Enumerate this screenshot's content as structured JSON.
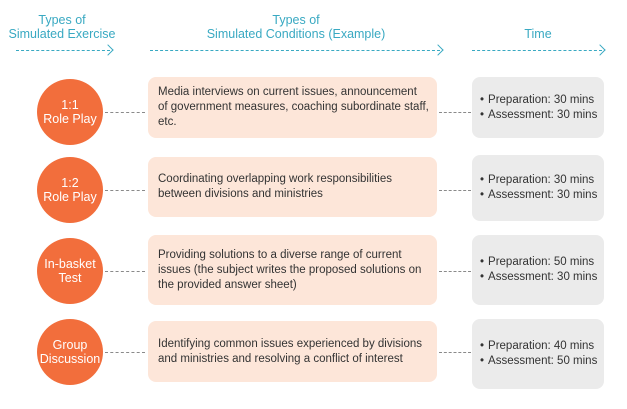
{
  "headers": {
    "exercise": "Types of\nSimulated Exercise",
    "conditions": "Types of\nSimulated Conditions (Example)",
    "time": "Time"
  },
  "rows": [
    {
      "exercise": "1:1\nRole Play",
      "condition": "Media interviews on current issues, announcement of government measures, coaching subordinate staff, etc.",
      "preparation": "Preparation: 30 mins",
      "assessment": "Assessment: 30 mins"
    },
    {
      "exercise": "1:2\nRole Play",
      "condition": "Coordinating overlapping work responsibilities between divisions and ministries",
      "preparation": "Preparation: 30 mins",
      "assessment": "Assessment: 30 mins"
    },
    {
      "exercise": "In-basket\nTest",
      "condition": "Providing solutions to a diverse range of current issues (the subject writes the proposed solutions on the provided answer sheet)",
      "preparation": "Preparation: 50 mins",
      "assessment": "Assessment: 30 mins"
    },
    {
      "exercise": "Group\nDiscussion",
      "condition": "Identifying common issues experienced by divisions and ministries and resolving a conflict of interest",
      "preparation": "Preparation: 40 mins",
      "assessment": "Assessment: 50 mins"
    }
  ],
  "colors": {
    "accent": "#39a9c2",
    "circle": "#f26e3c",
    "condition_box": "#fde6d9",
    "time_box": "#ebebeb"
  }
}
